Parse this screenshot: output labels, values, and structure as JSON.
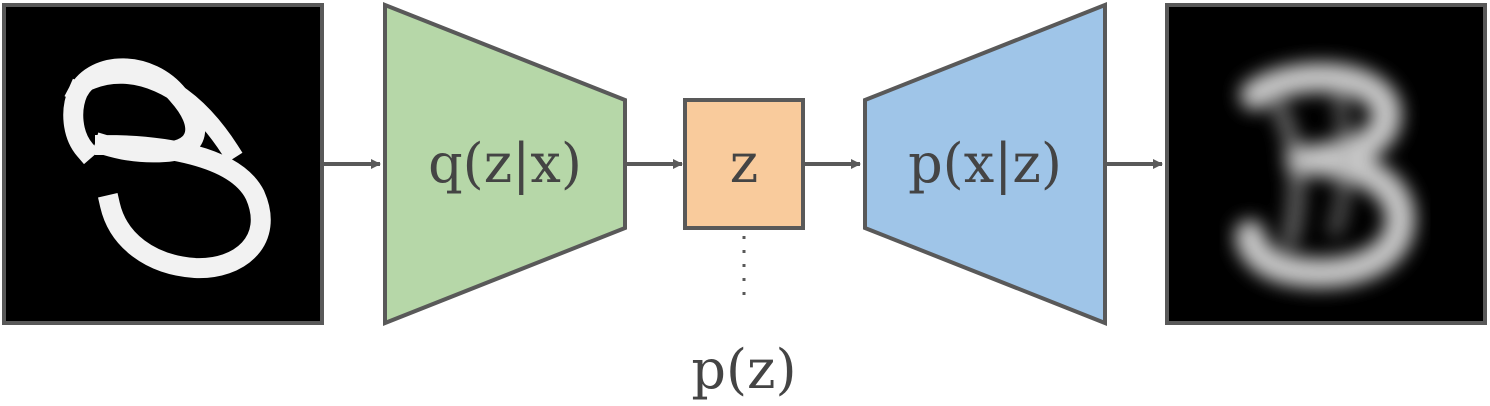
{
  "diagram": {
    "encoder": {
      "label": "q(z|x)",
      "fill": "#b6d7a8",
      "stroke": "#595959"
    },
    "latent": {
      "label": "z",
      "fill": "#f9cb9c",
      "stroke": "#595959"
    },
    "decoder": {
      "label": "p(x|z)",
      "fill": "#9fc5e8",
      "stroke": "#595959"
    },
    "prior": {
      "label": "p(z)"
    },
    "input_image": {
      "depicts": "handwritten digit 3",
      "background": "#000000"
    },
    "output_image": {
      "depicts": "blurry reconstructed digit 3",
      "background": "#000000"
    },
    "arrow_color": "#595959",
    "text_color": "#444444"
  }
}
